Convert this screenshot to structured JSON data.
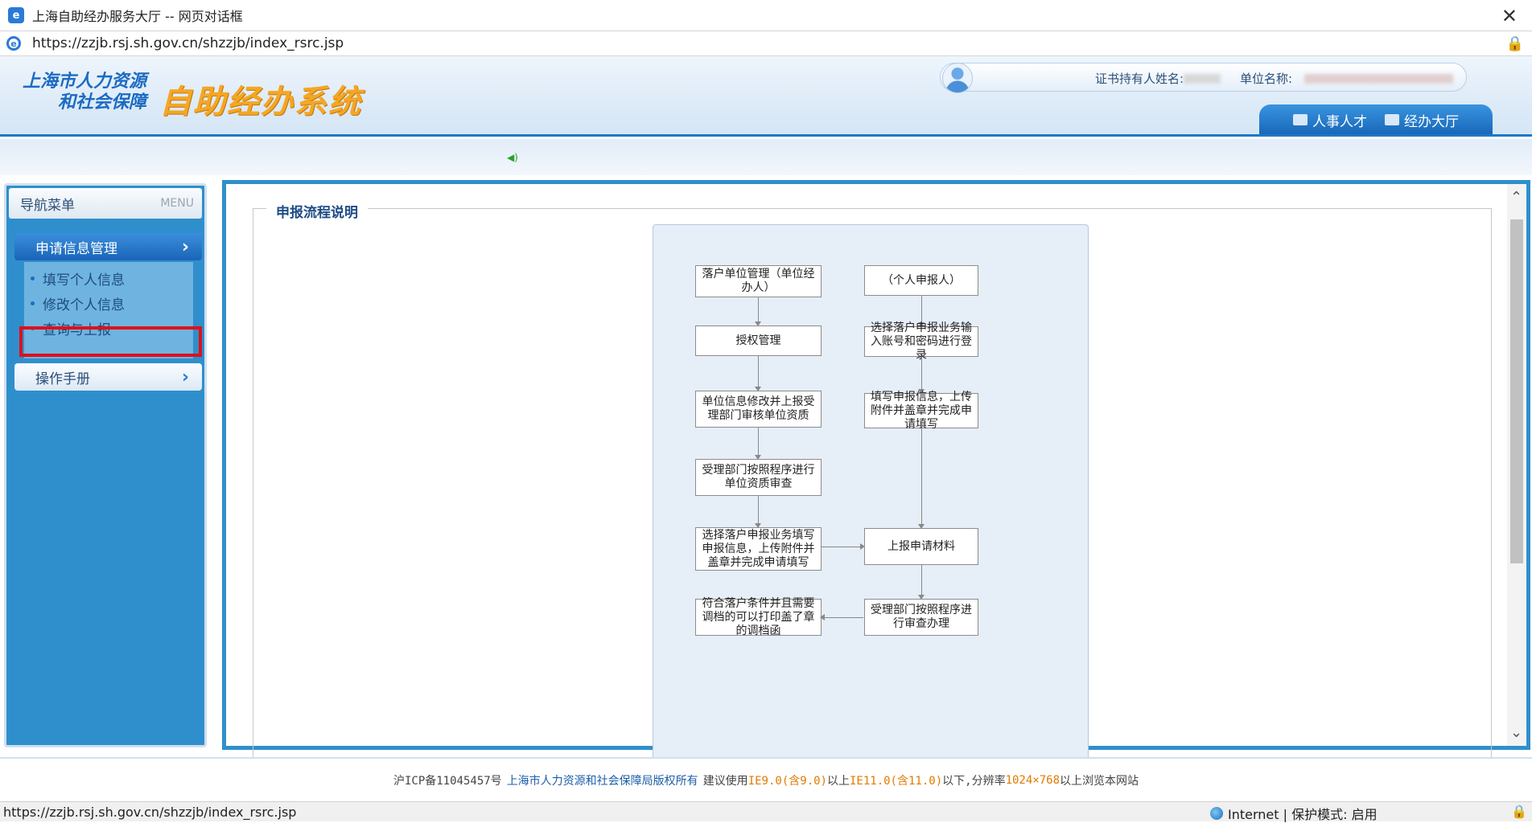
{
  "window": {
    "title": "上海自助经办服务大厅 -- 网页对话框",
    "close_glyph": "✕"
  },
  "address": {
    "url": "https://zzjb.rsj.sh.gov.cn/shzzjb/index_rsrc.jsp"
  },
  "header": {
    "logo_line1": "上海市人力资源",
    "logo_line2": "和社会保障",
    "system_name": "自助经办系统",
    "holder_label": "证书持有人姓名:",
    "unit_label": "单位名称:",
    "tabs": [
      {
        "label": "人事人才",
        "icon": "monitor-icon"
      },
      {
        "label": "经办大厅",
        "icon": "building-icon"
      }
    ]
  },
  "sidebar": {
    "title": "导航菜单",
    "title_en": "MENU",
    "menu": [
      {
        "label": "申请信息管理",
        "active": true
      },
      {
        "label": "操作手册",
        "active": false
      }
    ],
    "submenu": [
      "填写个人信息",
      "修改个人信息",
      "查询与上报"
    ],
    "highlighted": "查询与上报"
  },
  "main": {
    "legend": "申报流程说明",
    "flow_left": [
      "落户单位管理（单位经办人）",
      "授权管理",
      "单位信息修改并上报受理部门审核单位资质",
      "受理部门按照程序进行单位资质审查",
      "选择落户申报业务填写申报信息，上传附件并盖章并完成申请填写",
      "符合落户条件并且需要调档的可以打印盖了章的调档函"
    ],
    "flow_right": [
      "（个人申报人）",
      "选择落户申报业务输入账号和密码进行登录",
      "填写申报信息，上传附件并盖章并完成申请填写",
      "上报申请材料",
      "受理部门按照程序进行审查办理"
    ]
  },
  "footer": {
    "icp": "沪ICP备11045457号",
    "copyright": "上海市人力资源和社会保障局版权所有",
    "advice_1": "建议使用",
    "ie9": "IE9.0(含9.0)",
    "advice_2": "以上",
    "ie11": "IE11.0(含11.0)",
    "advice_3": "以下,分辨率",
    "resolution": "1024×768",
    "advice_4": "以上浏览本网站"
  },
  "statusbar": {
    "url": "https://zzjb.rsj.sh.gov.cn/shzzjb/index_rsrc.jsp",
    "zone": "Internet | 保护模式: 启用"
  },
  "colors": {
    "accent": "#2f8fcc",
    "highlight": "#e0101a",
    "system_name": "#f5a623"
  }
}
